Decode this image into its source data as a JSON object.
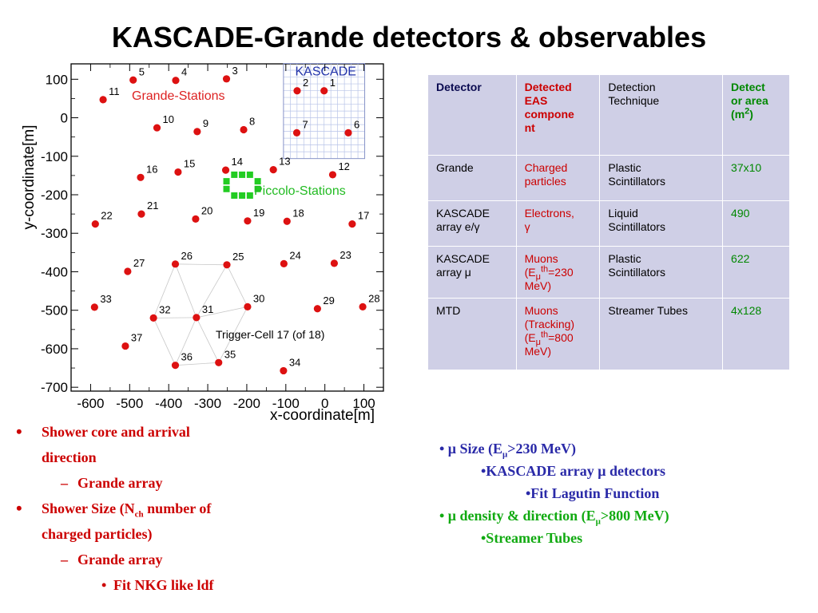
{
  "title": "KASCADE-Grande detectors & observables",
  "chart_data": {
    "type": "scatter",
    "title": "",
    "xlabel": "x-coordinate[m]",
    "ylabel": "y-coordinate[m]",
    "xlim": [
      -650,
      150
    ],
    "ylim": [
      -710,
      140
    ],
    "xticks": [
      -600,
      -500,
      -400,
      -300,
      -200,
      -100,
      0,
      100
    ],
    "xtick_labels": [
      "-600",
      "-500",
      "-400",
      "-300",
      "-200",
      "-100",
      "0",
      "100"
    ],
    "yticks": [
      100,
      0,
      -100,
      -200,
      -300,
      -400,
      -500,
      -600,
      -700
    ],
    "ytick_labels": [
      "100",
      "0",
      "-100",
      "-200",
      "-300",
      "-400",
      "-500",
      "-600",
      "-700"
    ],
    "grid": false,
    "series": [
      {
        "name": "Grande-Stations",
        "color": "#dd1111",
        "points": [
          {
            "label": "1",
            "x": -2,
            "y": 70
          },
          {
            "label": "2",
            "x": -71,
            "y": 70
          },
          {
            "label": "3",
            "x": -252,
            "y": 101
          },
          {
            "label": "4",
            "x": -382,
            "y": 97
          },
          {
            "label": "5",
            "x": -491,
            "y": 98
          },
          {
            "label": "6",
            "x": 60,
            "y": -39
          },
          {
            "label": "7",
            "x": -72,
            "y": -39
          },
          {
            "label": "8",
            "x": -208,
            "y": -31
          },
          {
            "label": "9",
            "x": -327,
            "y": -36
          },
          {
            "label": "10",
            "x": -430,
            "y": -26
          },
          {
            "label": "11",
            "x": -568,
            "y": 47
          },
          {
            "label": "12",
            "x": 20,
            "y": -148
          },
          {
            "label": "13",
            "x": -132,
            "y": -135
          },
          {
            "label": "14",
            "x": -254,
            "y": -136
          },
          {
            "label": "15",
            "x": -376,
            "y": -141
          },
          {
            "label": "16",
            "x": -472,
            "y": -155
          },
          {
            "label": "17",
            "x": 70,
            "y": -276
          },
          {
            "label": "18",
            "x": -97,
            "y": -269
          },
          {
            "label": "19",
            "x": -198,
            "y": -268
          },
          {
            "label": "20",
            "x": -331,
            "y": -263
          },
          {
            "label": "21",
            "x": -470,
            "y": -250
          },
          {
            "label": "22",
            "x": -588,
            "y": -276
          },
          {
            "label": "23",
            "x": 24,
            "y": -378
          },
          {
            "label": "24",
            "x": -105,
            "y": -379
          },
          {
            "label": "25",
            "x": -251,
            "y": -382
          },
          {
            "label": "26",
            "x": -383,
            "y": -380
          },
          {
            "label": "27",
            "x": -505,
            "y": -399
          },
          {
            "label": "28",
            "x": 97,
            "y": -491
          },
          {
            "label": "29",
            "x": -19,
            "y": -496
          },
          {
            "label": "30",
            "x": -198,
            "y": -491
          },
          {
            "label": "31",
            "x": -329,
            "y": -519
          },
          {
            "label": "32",
            "x": -439,
            "y": -520
          },
          {
            "label": "33",
            "x": -590,
            "y": -492
          },
          {
            "label": "34",
            "x": -106,
            "y": -657
          },
          {
            "label": "35",
            "x": -272,
            "y": -636
          },
          {
            "label": "36",
            "x": -383,
            "y": -643
          },
          {
            "label": "37",
            "x": -511,
            "y": -593
          }
        ]
      },
      {
        "name": "Piccolo-Stations",
        "color": "#22cc22",
        "points": [
          {
            "x": -232,
            "y": -148
          },
          {
            "x": -212,
            "y": -148
          },
          {
            "x": -192,
            "y": -148
          },
          {
            "x": -252,
            "y": -165
          },
          {
            "x": -172,
            "y": -165
          },
          {
            "x": -252,
            "y": -185
          },
          {
            "x": -172,
            "y": -185
          },
          {
            "x": -232,
            "y": -202
          },
          {
            "x": -212,
            "y": -202
          },
          {
            "x": -192,
            "y": -202
          }
        ]
      }
    ],
    "kascade_box": {
      "label": "KASCADE",
      "x0": -106,
      "x1": 102,
      "y0": -106,
      "y1": 141
    },
    "annotations": {
      "grande_label": "Grande-Stations",
      "piccolo_label": "Piccolo-Stations",
      "trigger_label": "Trigger-Cell 17 (of 18)"
    }
  },
  "table": {
    "headers": {
      "detector": "Detector",
      "component": [
        "Detected",
        "EAS",
        "compone",
        "nt"
      ],
      "technique": [
        "Detection",
        "Technique"
      ],
      "area": [
        "Detect",
        "or area",
        "(m",
        "2",
        ")"
      ]
    },
    "rows": [
      {
        "detector": [
          "Grande"
        ],
        "component": [
          "Charged",
          "particles"
        ],
        "technique": [
          "Plastic",
          "Scintillators"
        ],
        "area": "37x10"
      },
      {
        "detector": [
          "KASCADE",
          "array e/",
          "γ"
        ],
        "component": [
          "Electrons,",
          "γ"
        ],
        "technique": [
          "Liquid",
          "Scintillators"
        ],
        "area": "490"
      },
      {
        "detector": [
          "KASCADE",
          "array ",
          "μ"
        ],
        "component": [
          "Muons",
          " (E",
          "μ",
          "th",
          "=230",
          "MeV)"
        ],
        "technique": [
          "Plastic",
          "Scintillators"
        ],
        "area": "622"
      },
      {
        "detector": [
          "MTD"
        ],
        "component": [
          "Muons",
          "(Tracking)",
          "(E",
          "μ",
          "th",
          "=800",
          "MeV)"
        ],
        "technique": [
          "Streamer Tubes"
        ],
        "area": "4x128"
      }
    ]
  },
  "left_notes": {
    "b1": [
      "Shower core and arrival",
      "direction"
    ],
    "b1_sub": "Grande array",
    "b2_a": "Shower Size (N",
    "b2_sub": "ch",
    "b2_b": " number of",
    "b2_c": "charged particles)",
    "b2_sub_item": "Grande array",
    "b2_subsub": "Fit NKG like ldf",
    "marker_bullet": "•",
    "marker_dash": "–"
  },
  "right_notes": {
    "l1_a": "• μ Size (E",
    "l1_sub": "μ",
    "l1_b": ">230 MeV)",
    "l2": "•KASCADE array μ detectors",
    "l3": "•Fit Lagutin Function",
    "l4_a": "•  μ density & direction  (E",
    "l4_sub": "μ",
    "l4_b": ">800 MeV)",
    "l5": "•Streamer Tubes"
  }
}
